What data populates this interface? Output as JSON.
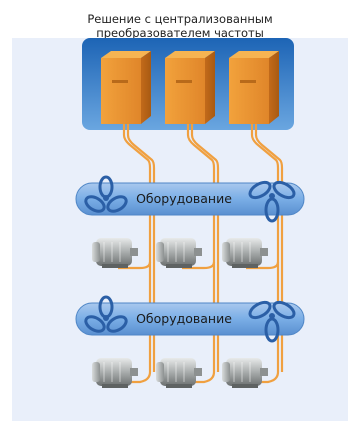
{
  "title_line1": "Решение с централизованным",
  "title_line2": "преобразователем частоты",
  "bands": [
    {
      "label": "Оборудование"
    },
    {
      "label": "Оборудование"
    }
  ],
  "converter_count": 3,
  "motor_rows": 2,
  "motors_per_row": 3,
  "colors": {
    "panel_bg": "#e9effa",
    "cabinet_panel": "#2f7bc4",
    "cabinet_orange": "#e89530",
    "cable": "#f0a040",
    "band_blue": "#6fa2dc",
    "fan_blue": "#2b5fa6"
  }
}
